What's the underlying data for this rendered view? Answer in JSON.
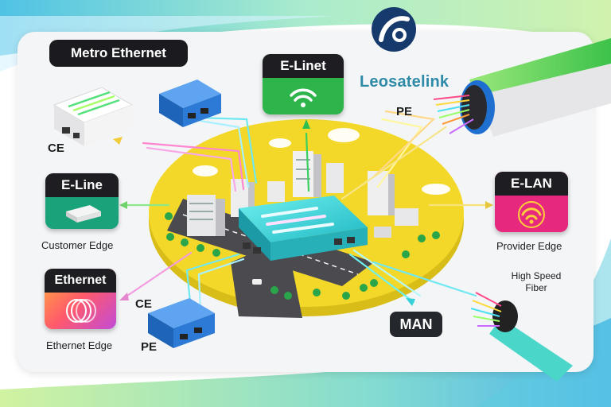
{
  "header": {
    "title": "Metro Ethernet",
    "brand": "Leosatelink"
  },
  "services": {
    "e_linet": "E-Linet",
    "e_line": "E-Line",
    "e_lan": "E-LAN",
    "ethernet": "Ethernet",
    "man": "MAN"
  },
  "labels": {
    "ce_top": "CE",
    "pe_top": "PE",
    "customer_edge": "Customer Edge",
    "provider_edge": "Provider Edge",
    "ethernet_edge": "Ethernet Edge",
    "ce_bottom": "CE",
    "pe_bottom": "PE",
    "high_speed_fiber": "High Speed\nFiber"
  },
  "colors": {
    "yellow_platform": "#f3d82a",
    "e_line_green": "#1aa37a",
    "e_lan_pink": "#e6287e",
    "e_linet_green": "#2db54b",
    "ethernet_orange": "#ff7a2e",
    "router_cyan": "#3ad7d9",
    "switch_blue": "#2d7ad6",
    "brand_teal": "#2e8aa7"
  },
  "icons": [
    "logo-icon",
    "wifi-icon",
    "router-icon",
    "ring-icon",
    "fiber-cable-icon",
    "switch-icon"
  ]
}
